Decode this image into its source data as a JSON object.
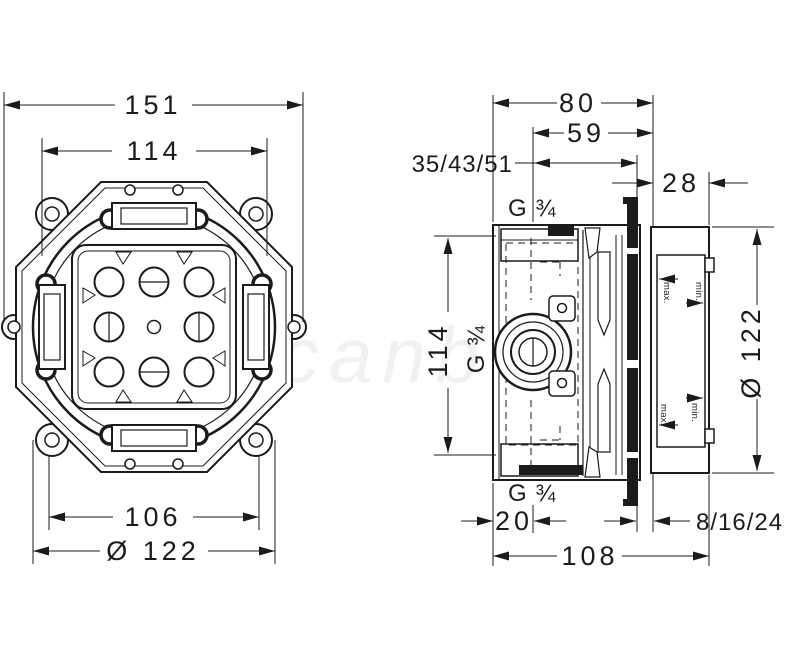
{
  "watermark": "canb",
  "front_view": {
    "dim_overall_width": "151",
    "dim_bolt_spacing": "114",
    "dim_inner_width": "106",
    "dim_diameter": "Ø 122"
  },
  "section_view": {
    "dim_total_depth": "80",
    "dim_body_depth": "59",
    "dim_install_depth": "35/43/51",
    "dim_box_depth": "28",
    "thread_top": "G ¾",
    "dim_port_spacing": "114",
    "thread_side": "G ¾",
    "dim_diameter": "Ø 122",
    "thread_bottom": "G ¾",
    "dim_port_offset": "20",
    "dim_plaster_depth_range": "8/16/24",
    "dim_overall_width": "108",
    "label_max_upper": "max.",
    "label_min_upper": "min.",
    "label_min_lower": "min.",
    "label_max_lower": "max."
  }
}
